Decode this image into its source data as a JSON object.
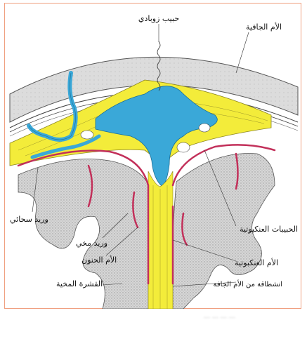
{
  "diagram": {
    "labels": {
      "top_center": "حبيب زوبادي",
      "top_right": "الأم الجافية",
      "left_upper": "وريد سحائي",
      "left_mid": "وريد مخي",
      "left_lower": "الأم الحنون",
      "bottom_left": "القشرة المخية",
      "right_upper": "الحبيبات العنكبوتية",
      "right_lower": "الأم العنكبوتية",
      "bottom_right": "انشطاقة من الأم الجافة"
    },
    "colors": {
      "sinus_blue": "#3aa8d8",
      "dura_yellow": "#f3ec3a",
      "vessel_red": "#c2305a",
      "cortex_gray": "#cfcfcf",
      "skull_gray": "#d8d8d8"
    }
  }
}
